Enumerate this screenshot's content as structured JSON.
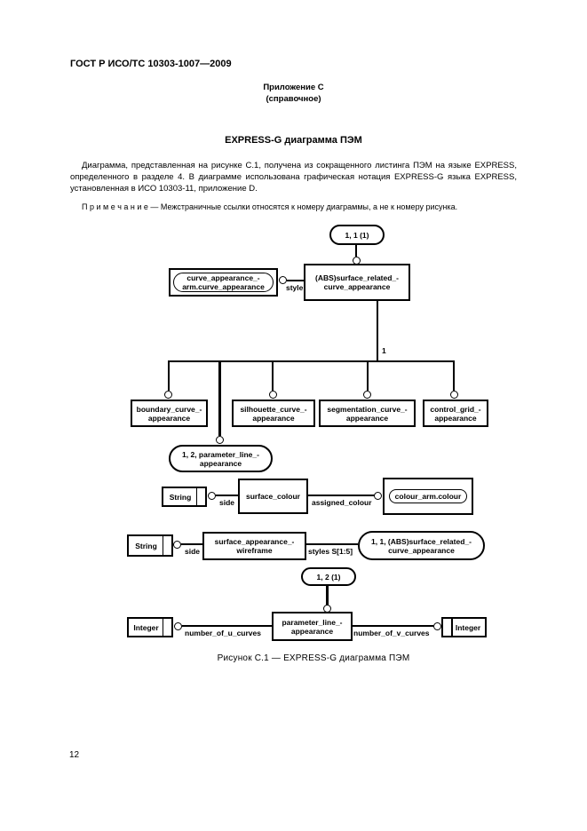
{
  "page": {
    "header": "ГОСТ Р ИСО/ТС 10303-1007—2009",
    "annex_title": "Приложение С",
    "annex_subtitle": "(справочное)",
    "section_title": "EXPRESS-G диаграмма ПЭМ",
    "paragraph": "Диаграмма, представленная на рисунке С.1, получена из сокращенного листинга ПЭМ на языке EXPRESS, определенного в разделе 4. В диаграмме использована графическая нотация EXPRESS-G языка EXPRESS, установленная в ИСО 10303-11, приложение D.",
    "note": "П р и м е ч а н и е — Межстраничные ссылки относятся к номеру диаграммы, а не к номеру рисунка.",
    "figure_caption": "Рисунок С.1 — EXPRESS-G диаграмма ПЭМ",
    "page_number": "12"
  },
  "diagram": {
    "top_ref": "1, 1 (1)",
    "style_label": "style",
    "cardinality_label": "1",
    "nodes": {
      "arm_curve": {
        "l1": "curve_appearance_-",
        "l2": "arm.curve_appearance"
      },
      "abs_entity": {
        "l1": "(ABS)surface_related_-",
        "l2": "curve_appearance"
      },
      "boundary": {
        "l1": "boundary_curve_-",
        "l2": "appearance"
      },
      "silhouette": {
        "l1": "silhouette_curve_-",
        "l2": "appearance"
      },
      "segmentation": {
        "l1": "segmentation_curve_-",
        "l2": "appearance"
      },
      "control_grid": {
        "l1": "control_grid_-",
        "l2": "appearance"
      },
      "param_ref": {
        "l1": "1, 2, parameter_line_-",
        "l2": "appearance"
      },
      "string_type": "String",
      "surface_colour": "surface_colour",
      "colour_arm": "colour_arm.colour",
      "wireframe": {
        "l1": "surface_appearance_-",
        "l2": "wireframe"
      },
      "surface_ref": {
        "l1": "1, 1, (ABS)surface_related_-",
        "l2": "curve_appearance"
      },
      "ref_12": "1, 2 (1)",
      "integer_type": "Integer",
      "param_line": {
        "l1": "parameter_line_-",
        "l2": "appearance"
      }
    },
    "edge_labels": {
      "side": "side",
      "assigned_colour": "assigned_colour",
      "styles": "styles S[1:5]",
      "num_u": "number_of_u_curves",
      "num_v": "number_of_v_curves"
    }
  }
}
